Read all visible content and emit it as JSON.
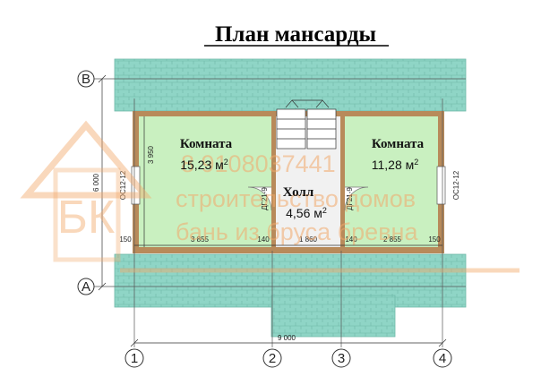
{
  "title": "План мансарды",
  "rooms": [
    {
      "name": "Комната",
      "area": "15,23 м",
      "sup": "2"
    },
    {
      "name": "Холл",
      "area": "4,56 м",
      "sup": "2"
    },
    {
      "name": "Комната",
      "area": "11,28 м",
      "sup": "2"
    }
  ],
  "axes": {
    "rows": [
      "В",
      "А"
    ],
    "cols": [
      "1",
      "2",
      "3",
      "4"
    ]
  },
  "dimensions": {
    "total_width": "9 000",
    "total_depth": "6 000",
    "room_depth": "3 950",
    "bottom": [
      "150",
      "3 855",
      "140",
      "1 860",
      "140",
      "2 855",
      "150"
    ]
  },
  "marks": {
    "window_left": "ОС12-12",
    "window_right": "ОС12-12",
    "door_left": "ДГ21-9",
    "door_right": "ДГ21-9"
  },
  "watermark": {
    "logo": "БК",
    "phone": "8 9108037441",
    "line1": "строительство домов",
    "line2": "бань из бруса бревна"
  },
  "colors": {
    "roof": "#8fd5c6",
    "room": "#c9f0c0",
    "wall": "#b88a5a",
    "watermark": "#f2a96b"
  }
}
